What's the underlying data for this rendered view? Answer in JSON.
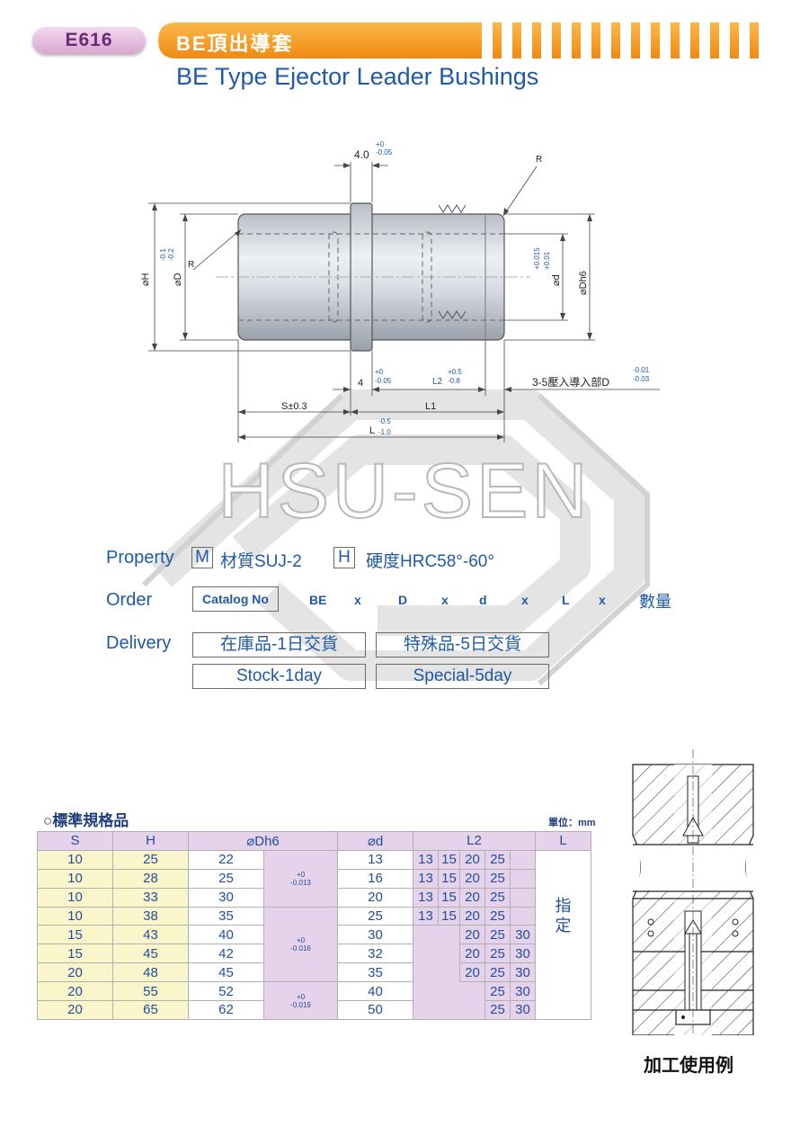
{
  "header": {
    "code": "E616",
    "title_zh": "BE頂出導套",
    "title_en": "BE Type Ejector Leader Bushings"
  },
  "drawing": {
    "flange_width": "4.0",
    "flange_tol_top": "+0",
    "flange_tol_bot": "-0.05",
    "r_label": "R",
    "r_label_left": "R",
    "dim_H": "⌀H",
    "dim_D": "⌀D",
    "dim_D_tol_top": "-0.1",
    "dim_D_tol_bot": "-0.2",
    "dim_d": "⌀d",
    "dim_d_tol_top": "+0.015",
    "dim_d_tol_bot": "+0.01",
    "dim_Dh6": "⌀Dh6",
    "dim_4": "4",
    "dim_4_tol_top": "+0",
    "dim_4_tol_bot": "-0.05",
    "dim_L2": "L2",
    "dim_L2_tol_top": "+0.5",
    "dim_L2_tol_bot": "-0.8",
    "press_note": "3-5壓入導入部D",
    "press_tol_top": "-0.01",
    "press_tol_bot": "-0.03",
    "dim_S": "S±0.3",
    "dim_L1": "L1",
    "dim_L": "L",
    "dim_L_tol_top": "-0.5",
    "dim_L_tol_bot": "-1.0",
    "watermark": "HSU-SEN"
  },
  "property": {
    "label": "Property",
    "m_key": "M",
    "material": "材質SUJ-2",
    "h_key": "H",
    "hardness": "硬度HRC58°-60°"
  },
  "order": {
    "label": "Order",
    "catalog_label": "Catalog No",
    "parts": [
      "BE",
      "x",
      "D",
      "x",
      "d",
      "x",
      "L",
      "x",
      "數量"
    ]
  },
  "delivery": {
    "label": "Delivery",
    "stock_zh": "在庫品-1日交貨",
    "special_zh": "特殊品-5日交貨",
    "stock_en": "Stock-1day",
    "special_en": "Special-5day"
  },
  "table": {
    "title": "○標準規格品",
    "unit": "單位：mm",
    "headers": {
      "S": "S",
      "H": "H",
      "Dh6": "⌀Dh6",
      "d": "⌀d",
      "L2": "L2",
      "L": "L"
    },
    "L_note": "指定",
    "rows": [
      {
        "S": "10",
        "H": "25",
        "Dh6": "22",
        "d": "13",
        "L2": [
          "13",
          "15",
          "20",
          "25",
          ""
        ]
      },
      {
        "S": "10",
        "H": "28",
        "Dh6": "25",
        "d": "16",
        "L2": [
          "13",
          "15",
          "20",
          "25",
          ""
        ]
      },
      {
        "S": "10",
        "H": "33",
        "Dh6": "30",
        "d": "20",
        "L2": [
          "13",
          "15",
          "20",
          "25",
          ""
        ]
      },
      {
        "S": "10",
        "H": "38",
        "Dh6": "35",
        "d": "25",
        "L2": [
          "13",
          "15",
          "20",
          "25",
          ""
        ]
      },
      {
        "S": "15",
        "H": "43",
        "Dh6": "40",
        "d": "30",
        "L2": [
          "",
          "",
          "20",
          "25",
          "30"
        ]
      },
      {
        "S": "15",
        "H": "45",
        "Dh6": "42",
        "d": "32",
        "L2": [
          "",
          "",
          "20",
          "25",
          "30"
        ]
      },
      {
        "S": "20",
        "H": "48",
        "Dh6": "45",
        "d": "35",
        "L2": [
          "",
          "",
          "20",
          "25",
          "30"
        ]
      },
      {
        "S": "20",
        "H": "55",
        "Dh6": "52",
        "d": "40",
        "L2": [
          "",
          "",
          "",
          "25",
          "30"
        ]
      },
      {
        "S": "20",
        "H": "65",
        "Dh6": "62",
        "d": "50",
        "L2": [
          "",
          "",
          "",
          "25",
          "30"
        ]
      }
    ],
    "tol_groups": [
      {
        "top": "+0",
        "bot": "-0.013"
      },
      {
        "top": "+0",
        "bot": "-0.016"
      },
      {
        "top": "+0",
        "bot": "-0.019"
      }
    ]
  },
  "example": {
    "caption": "加工使用例"
  },
  "colors": {
    "orange": "#f29a1f",
    "blue": "#1f5aa6",
    "purple": "#e7d2ec",
    "yellow": "#fbf5cc"
  }
}
